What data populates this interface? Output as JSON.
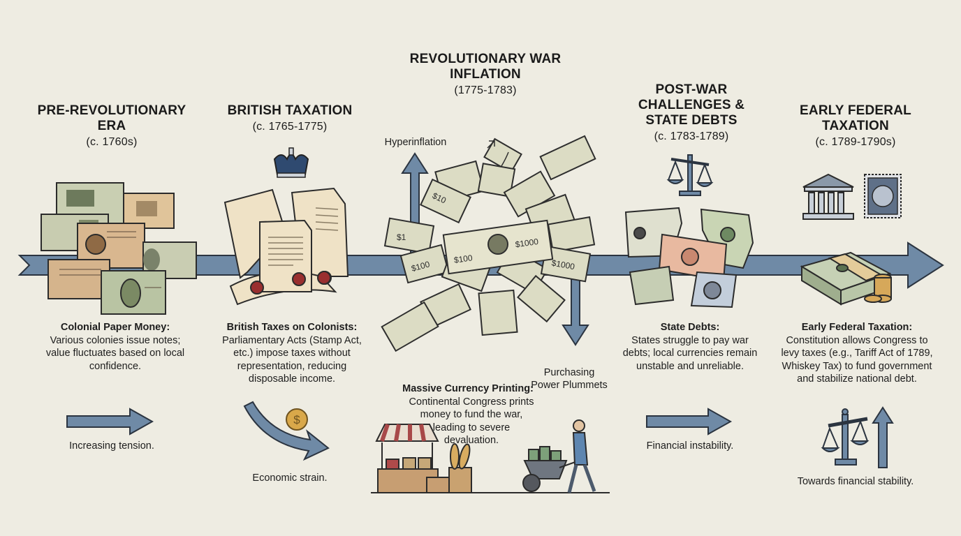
{
  "timeline": {
    "arrow_color": "#6f8aa6",
    "outline_color": "#2b3440",
    "background": "#eeece2",
    "eras": [
      {
        "id": "pre-revolutionary",
        "title_lines": [
          "PRE-REVOLUTIONARY",
          "ERA"
        ],
        "date": "(c. 1760s)",
        "desc_heading": "Colonial Paper Money:",
        "desc_body": "Various colonies issue notes; value fluctuates based on local confidence.",
        "caption": "Increasing tension.",
        "illustration": "colonial-banknotes"
      },
      {
        "id": "british-taxation",
        "title_lines": [
          "BRITISH TAXATION"
        ],
        "date": "(c. 1765-1775)",
        "desc_heading": "British Taxes on Colonists:",
        "desc_body": "Parliamentary Acts (Stamp Act, etc.) impose taxes without representation, reducing disposable income.",
        "caption": "Economic strain.",
        "illustration": "crown-and-sealed-documents"
      },
      {
        "id": "revolutionary-war-inflation",
        "title_lines": [
          "REVOLUTIONARY WAR",
          "INFLATION"
        ],
        "date": "(1775-1783)",
        "desc_heading": "Massive Currency Printing:",
        "desc_body": "Continental Congress prints money to fund the war, leading to severe devaluation.",
        "label_up": "Hyperinflation",
        "label_down": "Purchasing Power Plummets",
        "illustration": "continental-currency-pile",
        "bill_labels": [
          "$100",
          "$1000",
          "$1",
          "$10",
          "$100",
          "$1000"
        ]
      },
      {
        "id": "post-war",
        "title_lines": [
          "POST-WAR",
          "CHALLENGES &",
          "STATE DEBTS"
        ],
        "date": "(c. 1783-1789)",
        "desc_heading": "State Debts:",
        "desc_body": "States struggle to pay war debts; local currencies remain unstable and unreliable.",
        "caption": "Financial instability.",
        "illustration": "torn-state-notes-and-scale"
      },
      {
        "id": "early-federal",
        "title_lines": [
          "EARLY FEDERAL",
          "TAXATION"
        ],
        "date": "(c. 1789-1790s)",
        "desc_heading": "Early Federal Taxation:",
        "desc_body": "Constitution allows Congress to levy taxes (e.g., Tariff Act of 1789, Whiskey Tax) to fund government and stabilize national debt.",
        "caption": "Towards financial stability.",
        "illustration": "government-building-stamp-money-stack"
      }
    ]
  }
}
